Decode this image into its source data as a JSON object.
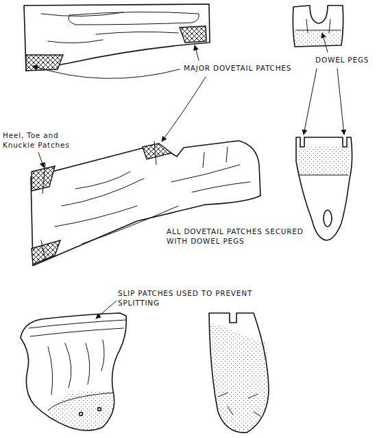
{
  "diagram": {
    "labels": [
      "MAJOR DOVETAIL PATCHES",
      "DOWEL PEGS",
      "Heel, Toe and Knuckle Patches",
      "ALL DOVETAIL PATCHES SECURED WITH DOWEL PEGS",
      "SLIP PATCHES USED TO PREVENT SPLITTING"
    ]
  }
}
